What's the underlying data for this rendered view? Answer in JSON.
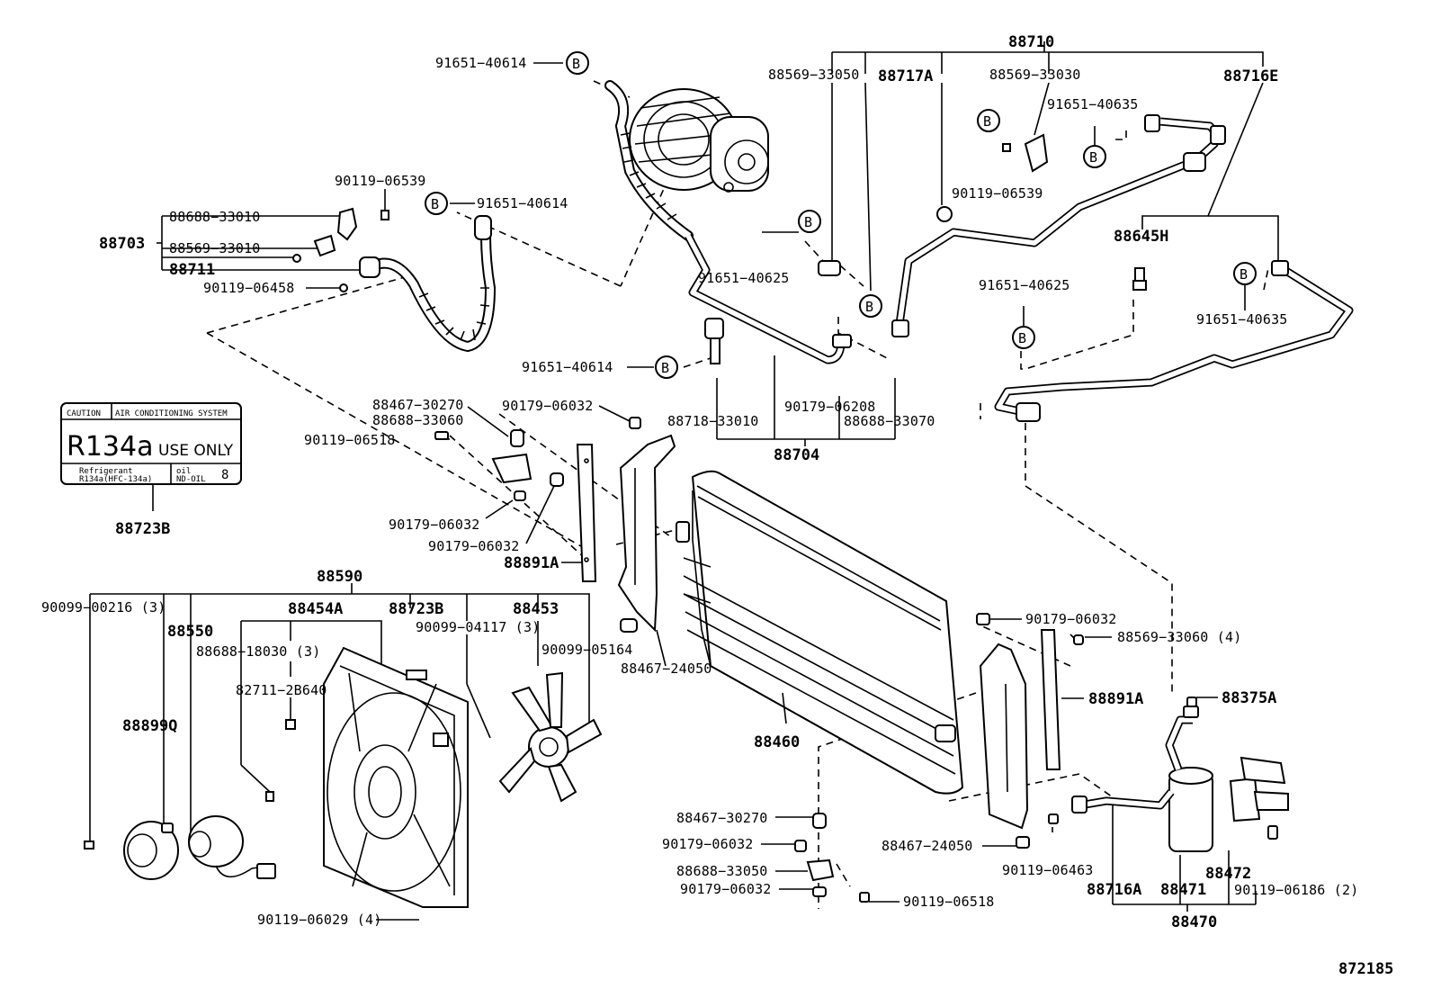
{
  "figure_id": "872185",
  "labels": {
    "l88710": "88710",
    "l91651_40614_a": "91651−40614",
    "l88569_33050": "88569−33050",
    "l88717A": "88717A",
    "l88569_33030": "88569−33030",
    "l88716E": "88716E",
    "l91651_40635_a": "91651−40635",
    "l90119_06539_a": "90119−06539",
    "l90119_06539_b": "90119−06539",
    "l91651_40614_b": "91651−40614",
    "l88688_33010": "88688−33010",
    "l88703": "88703",
    "l88569_33010": "88569−33010",
    "l88711": "88711",
    "l90119_06458": "90119−06458",
    "l91651_40625_a": "91651−40625",
    "l88645H": "88645H",
    "l91651_40625_b": "91651−40625",
    "l91651_40635_b": "91651−40635",
    "l91651_40614_c": "91651−40614",
    "l90179_06208": "90179−06208",
    "l88688_33070": "88688−33070",
    "l88718_33010": "88718−33010",
    "l88704": "88704",
    "l88467_30270_a": "88467−30270",
    "l88688_33060": "88688−33060",
    "l90119_06518_a": "90119−06518",
    "l90179_06032_a": "90179−06032",
    "l90179_06032_b": "90179−06032",
    "l90179_06032_c": "90179−06032",
    "l88891A_a": "88891A",
    "l88723B_a": "88723B",
    "l88590": "88590",
    "l90099_00216": "90099−00216 (3)",
    "l88550": "88550",
    "l88454A": "88454A",
    "l88723B_b": "88723B",
    "l88453": "88453",
    "l90099_04117": "90099−04117 (3)",
    "l90099_05164": "90099−05164",
    "l88688_18030": "88688−18030 (3)",
    "l82711_2B640": "82711−2B640",
    "l88899Q": "88899Q",
    "l88467_24050_a": "88467−24050",
    "l90179_06032_d": "90179−06032",
    "l88569_33060": "88569−33060 (4)",
    "l88891A_b": "88891A",
    "l88375A": "88375A",
    "l88460": "88460",
    "l88467_30270_b": "88467−30270",
    "l90179_06032_e": "90179−06032",
    "l88467_24050_b": "88467−24050",
    "l90119_06463": "90119−06463",
    "l88688_33050": "88688−33050",
    "l90179_06032_f": "90179−06032",
    "l90119_06518_b": "90119−06518",
    "l88716A": "88716A",
    "l88471": "88471",
    "l88472": "88472",
    "l90119_06186": "90119−06186 (2)",
    "l88470": "88470",
    "l90119_06029": "90119−06029 (4)"
  },
  "callout_letter": "B",
  "caution_label": {
    "header_left": "CAUTION",
    "header_right": "AIR CONDITIONING SYSTEM",
    "refrigerant_code": "R134a",
    "use_only": "USE ONLY",
    "refrigerant_caption": "Refrigerant",
    "refrigerant_type": "R134a(HFC-134a)",
    "oil_caption": "oil",
    "oil_type": "ND-OIL",
    "oil_number": "8"
  }
}
